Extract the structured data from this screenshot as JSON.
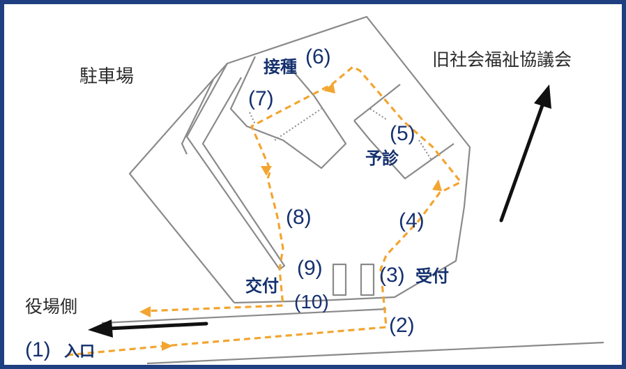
{
  "map": {
    "labels": {
      "parking": "駐車場",
      "former_council": "旧社会福祉協議会",
      "city_hall_side": "役場側"
    },
    "stations": [
      {
        "id": "entrance",
        "number": "(1)",
        "name": "入口"
      },
      {
        "id": "path2",
        "number": "(2)",
        "name": ""
      },
      {
        "id": "reception",
        "number": "(3)",
        "name": "受付"
      },
      {
        "id": "path4",
        "number": "(4)",
        "name": ""
      },
      {
        "id": "prediagnosis",
        "number": "(5)",
        "name": "予診"
      },
      {
        "id": "vaccination",
        "number": "(6)",
        "name": "接種"
      },
      {
        "id": "path7",
        "number": "(7)",
        "name": ""
      },
      {
        "id": "path8",
        "number": "(8)",
        "name": ""
      },
      {
        "id": "issuance",
        "number": "(9)",
        "name": "交付"
      },
      {
        "id": "exit",
        "number": "(10)",
        "name": ""
      }
    ],
    "colors": {
      "frame": "#1f3f80",
      "route": "#f2a530",
      "label_text": "#14306e",
      "walls": "#8a8a8a"
    }
  }
}
